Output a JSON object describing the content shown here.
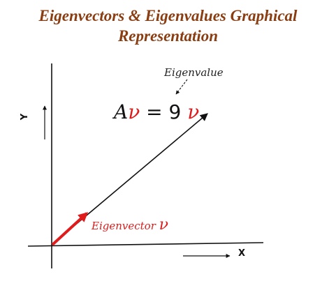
{
  "title": {
    "line1": "Eigenvectors & Eigenvalues Graphical",
    "line2": "Representation"
  },
  "labels": {
    "eigenvalue": "Eigenvalue",
    "y_axis": "Y",
    "x_axis": "X",
    "eigenvector": "Eigenvector"
  },
  "equation": {
    "matrix": "A",
    "vector_left": "ν",
    "equals": "=",
    "scalar": "9",
    "vector_right": "ν"
  },
  "eigenvector_symbol": "ν",
  "colors": {
    "title": "#8b3d12",
    "eigenvector": "#e01b1b",
    "ink": "#111111"
  }
}
